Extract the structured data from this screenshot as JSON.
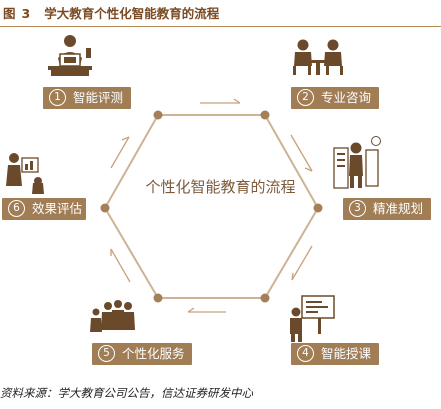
{
  "figure": {
    "label": "图",
    "number": "3",
    "title": "学大教育个性化智能教育的流程"
  },
  "diagram": {
    "center_title": "个性化智能教育的流程",
    "steps": [
      {
        "num": "1",
        "label": "智能评测",
        "icon": "exam-desk-icon"
      },
      {
        "num": "2",
        "label": "专业咨询",
        "icon": "consultation-meeting-icon"
      },
      {
        "num": "3",
        "label": "精准规划",
        "icon": "planning-board-icon"
      },
      {
        "num": "4",
        "label": "智能授课",
        "icon": "teaching-board-icon"
      },
      {
        "num": "5",
        "label": "个性化服务",
        "icon": "group-service-icon"
      },
      {
        "num": "6",
        "label": "效果评估",
        "icon": "evaluation-chart-icon"
      }
    ],
    "colors": {
      "accent": "#a07d55",
      "line": "#c9ad8d",
      "node": "#a07d55",
      "icon": "#6b4a2b"
    }
  },
  "source": "资料来源：学大教育公司公告，信达证券研发中心"
}
